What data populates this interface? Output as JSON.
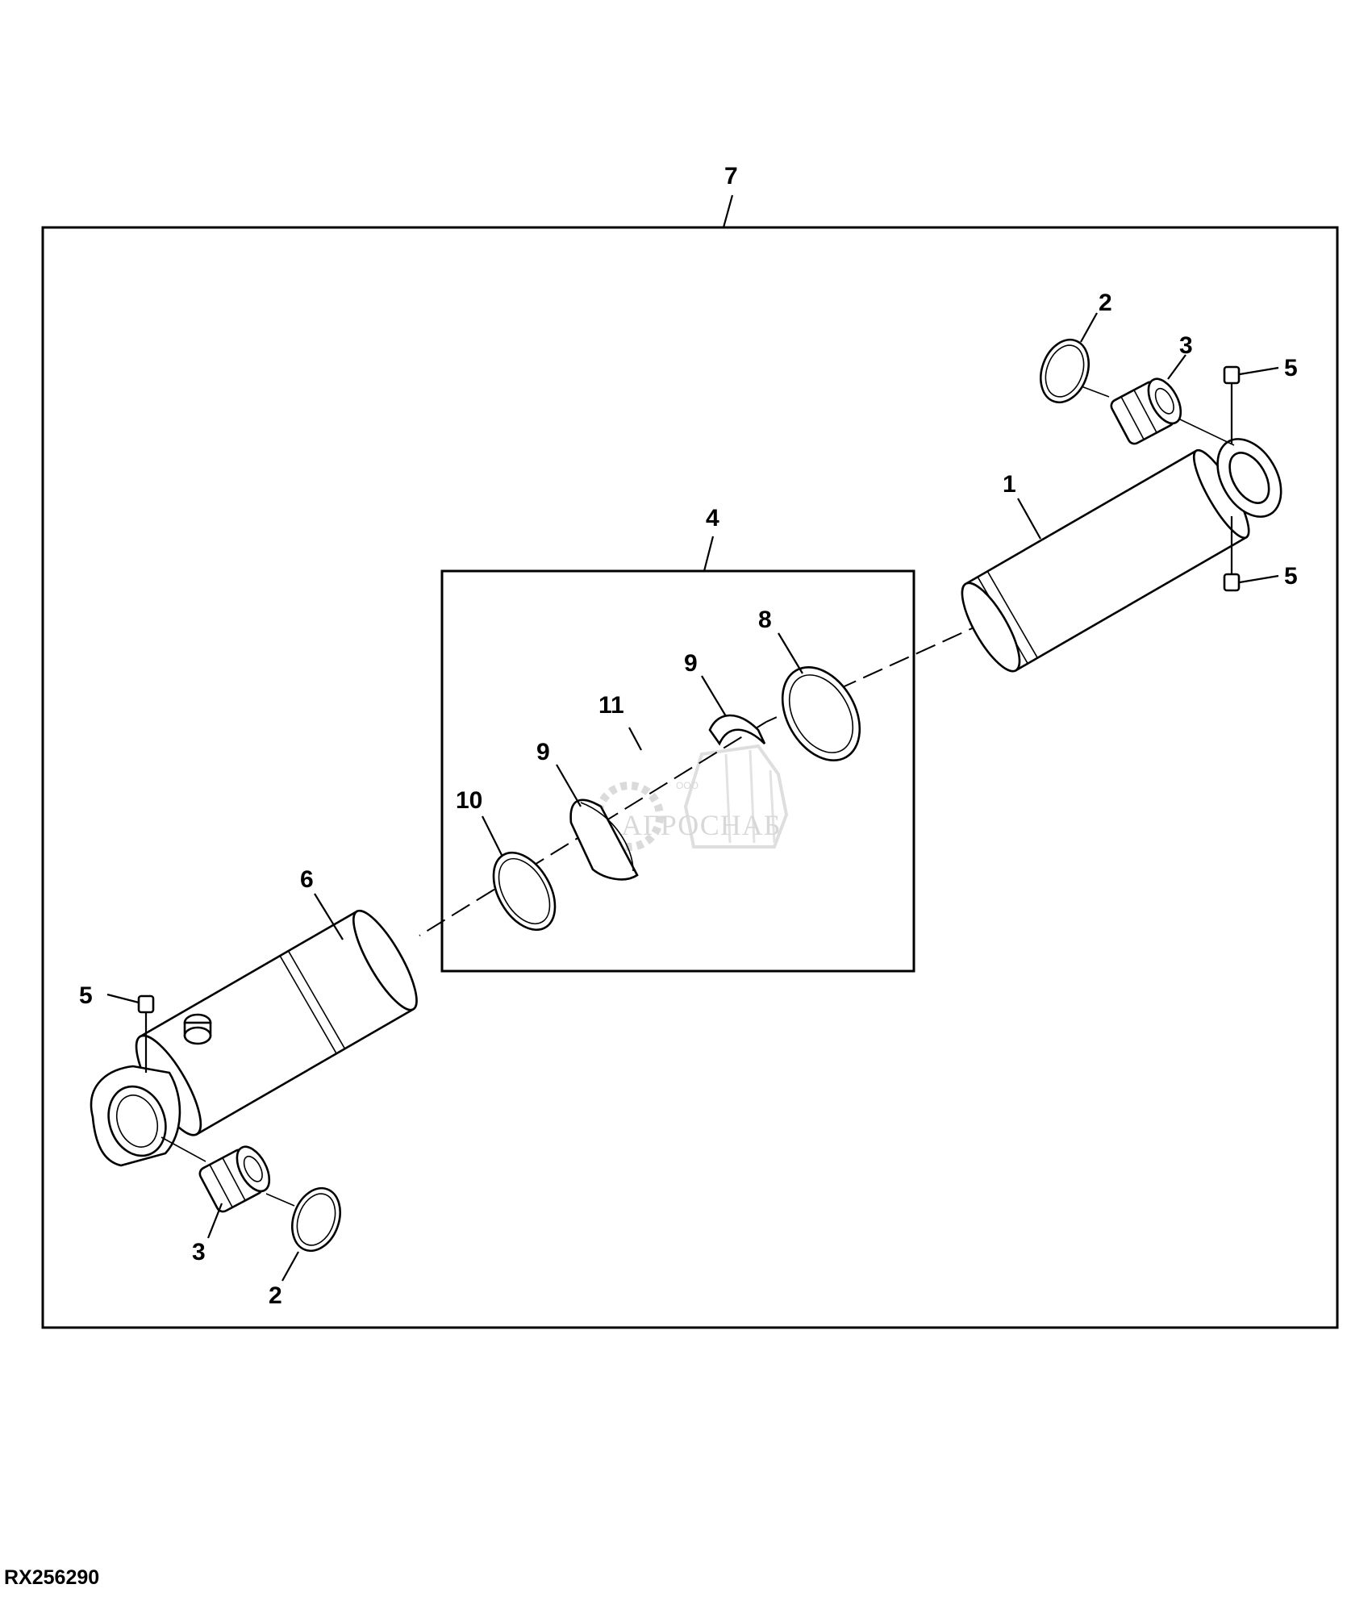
{
  "figure": {
    "id": "RX256290",
    "watermark": {
      "small": "ООО",
      "brand": "АГРОСНАБ"
    }
  },
  "callouts": {
    "c1": "1",
    "c2_top": "2",
    "c2_bottom": "2",
    "c3_top": "3",
    "c3_bottom": "3",
    "c4": "4",
    "c5_top": "5",
    "c5_mid": "5",
    "c5_left": "5",
    "c6": "6",
    "c7": "7",
    "c8": "8",
    "c9_top": "9",
    "c9_bottom": "9",
    "c10": "10",
    "c11": "11"
  },
  "colors": {
    "line": "#000000",
    "background": "#ffffff",
    "watermark": "#b9b9b9"
  }
}
